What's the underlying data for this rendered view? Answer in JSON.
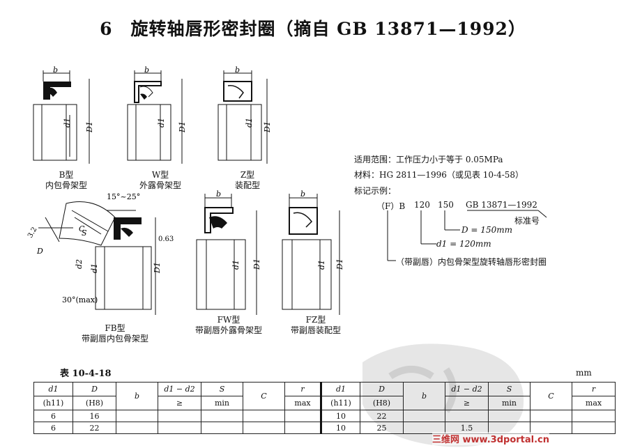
{
  "title": "6　旋转轴唇形密封圈（摘自 GB 13871—1992）",
  "figures": {
    "b": {
      "caption": "B型\n内包骨架型"
    },
    "w": {
      "caption": "W型\n外露骨架型"
    },
    "z": {
      "caption": "Z型\n装配型"
    },
    "fb": {
      "caption": "FB型\n带副唇内包骨架型",
      "angle_label": "15°~25°",
      "angle2_label": "30°(max)",
      "value_063": "0.63",
      "value_32": "3.2"
    },
    "fw": {
      "caption": "FW型\n带副唇外露骨架型"
    },
    "fz": {
      "caption": "FZ型\n带副唇装配型"
    }
  },
  "dim_labels": {
    "b": "b",
    "d1": "d1",
    "D1": "D1",
    "d2": "d2",
    "S": "S",
    "C": "C",
    "D": "D"
  },
  "info": {
    "scope": "适用范围：工作压力小于等于 0.05MPa",
    "material": "材料：HG 2811—1996（或见表 10-4-58）",
    "example_title": "标记示例：",
    "marking": [
      "（F）B",
      "120",
      "150",
      "GB 13871—1992"
    ],
    "std_no": "标准号",
    "D_eq": "D = 150mm",
    "d1_eq": "d1 = 120mm",
    "type_desc": "（带副唇）内包骨架型旋转轴唇形密封圈"
  },
  "table": {
    "label": "表 10-4-18",
    "unit": "mm",
    "headers": [
      [
        "d1",
        "(h11)"
      ],
      [
        "D",
        "(H8)"
      ],
      [
        "b",
        ""
      ],
      [
        "d1 − d2",
        "≥"
      ],
      [
        "S",
        "min"
      ],
      [
        "C",
        ""
      ],
      [
        "r",
        "max"
      ],
      [
        "d1",
        "(h11)"
      ],
      [
        "D",
        "(H8)"
      ],
      [
        "b",
        ""
      ],
      [
        "d1 − d2",
        "≥"
      ],
      [
        "S",
        "min"
      ],
      [
        "C",
        ""
      ],
      [
        "r",
        "max"
      ]
    ],
    "rows": [
      [
        "6",
        "16",
        "",
        "",
        "",
        "",
        "",
        "10",
        "22",
        "",
        "",
        "",
        "",
        ""
      ],
      [
        "6",
        "22",
        "",
        "",
        "",
        "",
        "",
        "10",
        "25",
        "",
        "1.5",
        "",
        "",
        ""
      ]
    ]
  },
  "watermark": "三维网 www.3dportal.cn"
}
